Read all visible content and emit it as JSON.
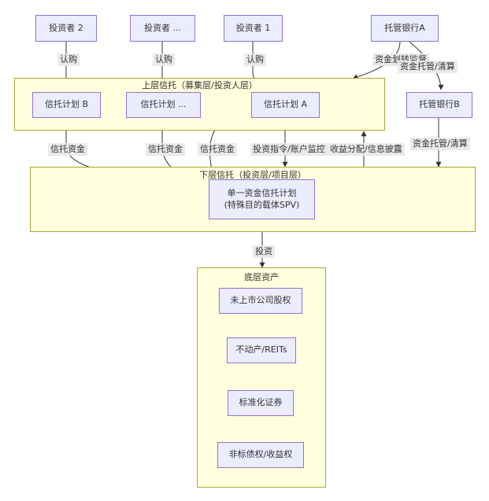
{
  "clusters": {
    "upper": "上层信托（募集层/投资人层）",
    "lower": "下层信托（投资层/项目层）",
    "assets": "底层资产"
  },
  "nodes": {
    "investor2": "投资者 2",
    "investor_more": "投资者 ...",
    "investor1": "投资者 1",
    "custodian_a": "托管银行A",
    "plan_b": "信托计划 B",
    "plan_more": "信托计划 ...",
    "plan_a": "信托计划 A",
    "custodian_b": "托管银行B",
    "spv_line1": "单一资金信托计划",
    "spv_line2": "(特殊目的载体SPV)",
    "asset1": "未上市公司股权",
    "asset2": "不动产/REITs",
    "asset3": "标准化证券",
    "asset4": "非标债权/收益权"
  },
  "edges": {
    "subscribe": "认购",
    "custody_supervision": "资金划转监督",
    "custody_clearing": "资金托管/清算",
    "trust_funds": "信托资金",
    "instruction": "投资指令/账户监控",
    "distribution": "收益分配/信息披露",
    "invest": "投资"
  }
}
